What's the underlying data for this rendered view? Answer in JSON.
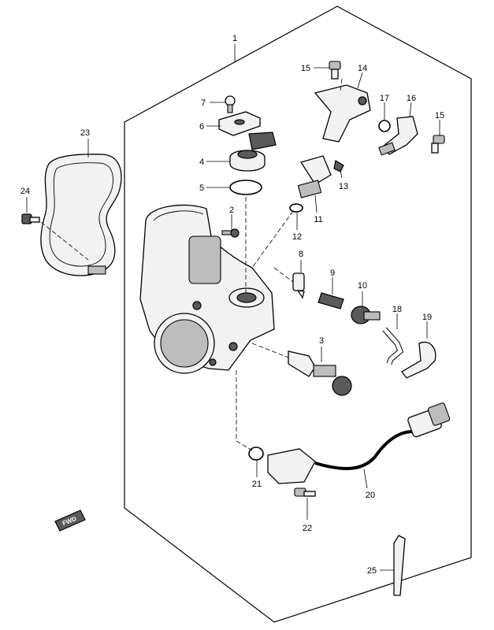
{
  "callouts": [
    {
      "id": "1",
      "label": "1"
    },
    {
      "id": "2",
      "label": "2"
    },
    {
      "id": "3",
      "label": "3"
    },
    {
      "id": "4",
      "label": "4"
    },
    {
      "id": "5",
      "label": "5"
    },
    {
      "id": "6",
      "label": "6"
    },
    {
      "id": "7",
      "label": "7"
    },
    {
      "id": "8",
      "label": "8"
    },
    {
      "id": "9",
      "label": "9"
    },
    {
      "id": "10",
      "label": "10"
    },
    {
      "id": "11",
      "label": "11"
    },
    {
      "id": "12",
      "label": "12"
    },
    {
      "id": "13",
      "label": "13"
    },
    {
      "id": "14",
      "label": "14"
    },
    {
      "id": "15a",
      "label": "15"
    },
    {
      "id": "15b",
      "label": "15"
    },
    {
      "id": "16",
      "label": "16"
    },
    {
      "id": "17",
      "label": "17"
    },
    {
      "id": "18",
      "label": "18"
    },
    {
      "id": "19",
      "label": "19"
    },
    {
      "id": "20",
      "label": "20"
    },
    {
      "id": "21",
      "label": "21"
    },
    {
      "id": "22",
      "label": "22"
    },
    {
      "id": "23",
      "label": "23"
    },
    {
      "id": "24",
      "label": "24"
    },
    {
      "id": "25",
      "label": "25"
    }
  ],
  "fwd_marker": {
    "label": "FWD"
  }
}
